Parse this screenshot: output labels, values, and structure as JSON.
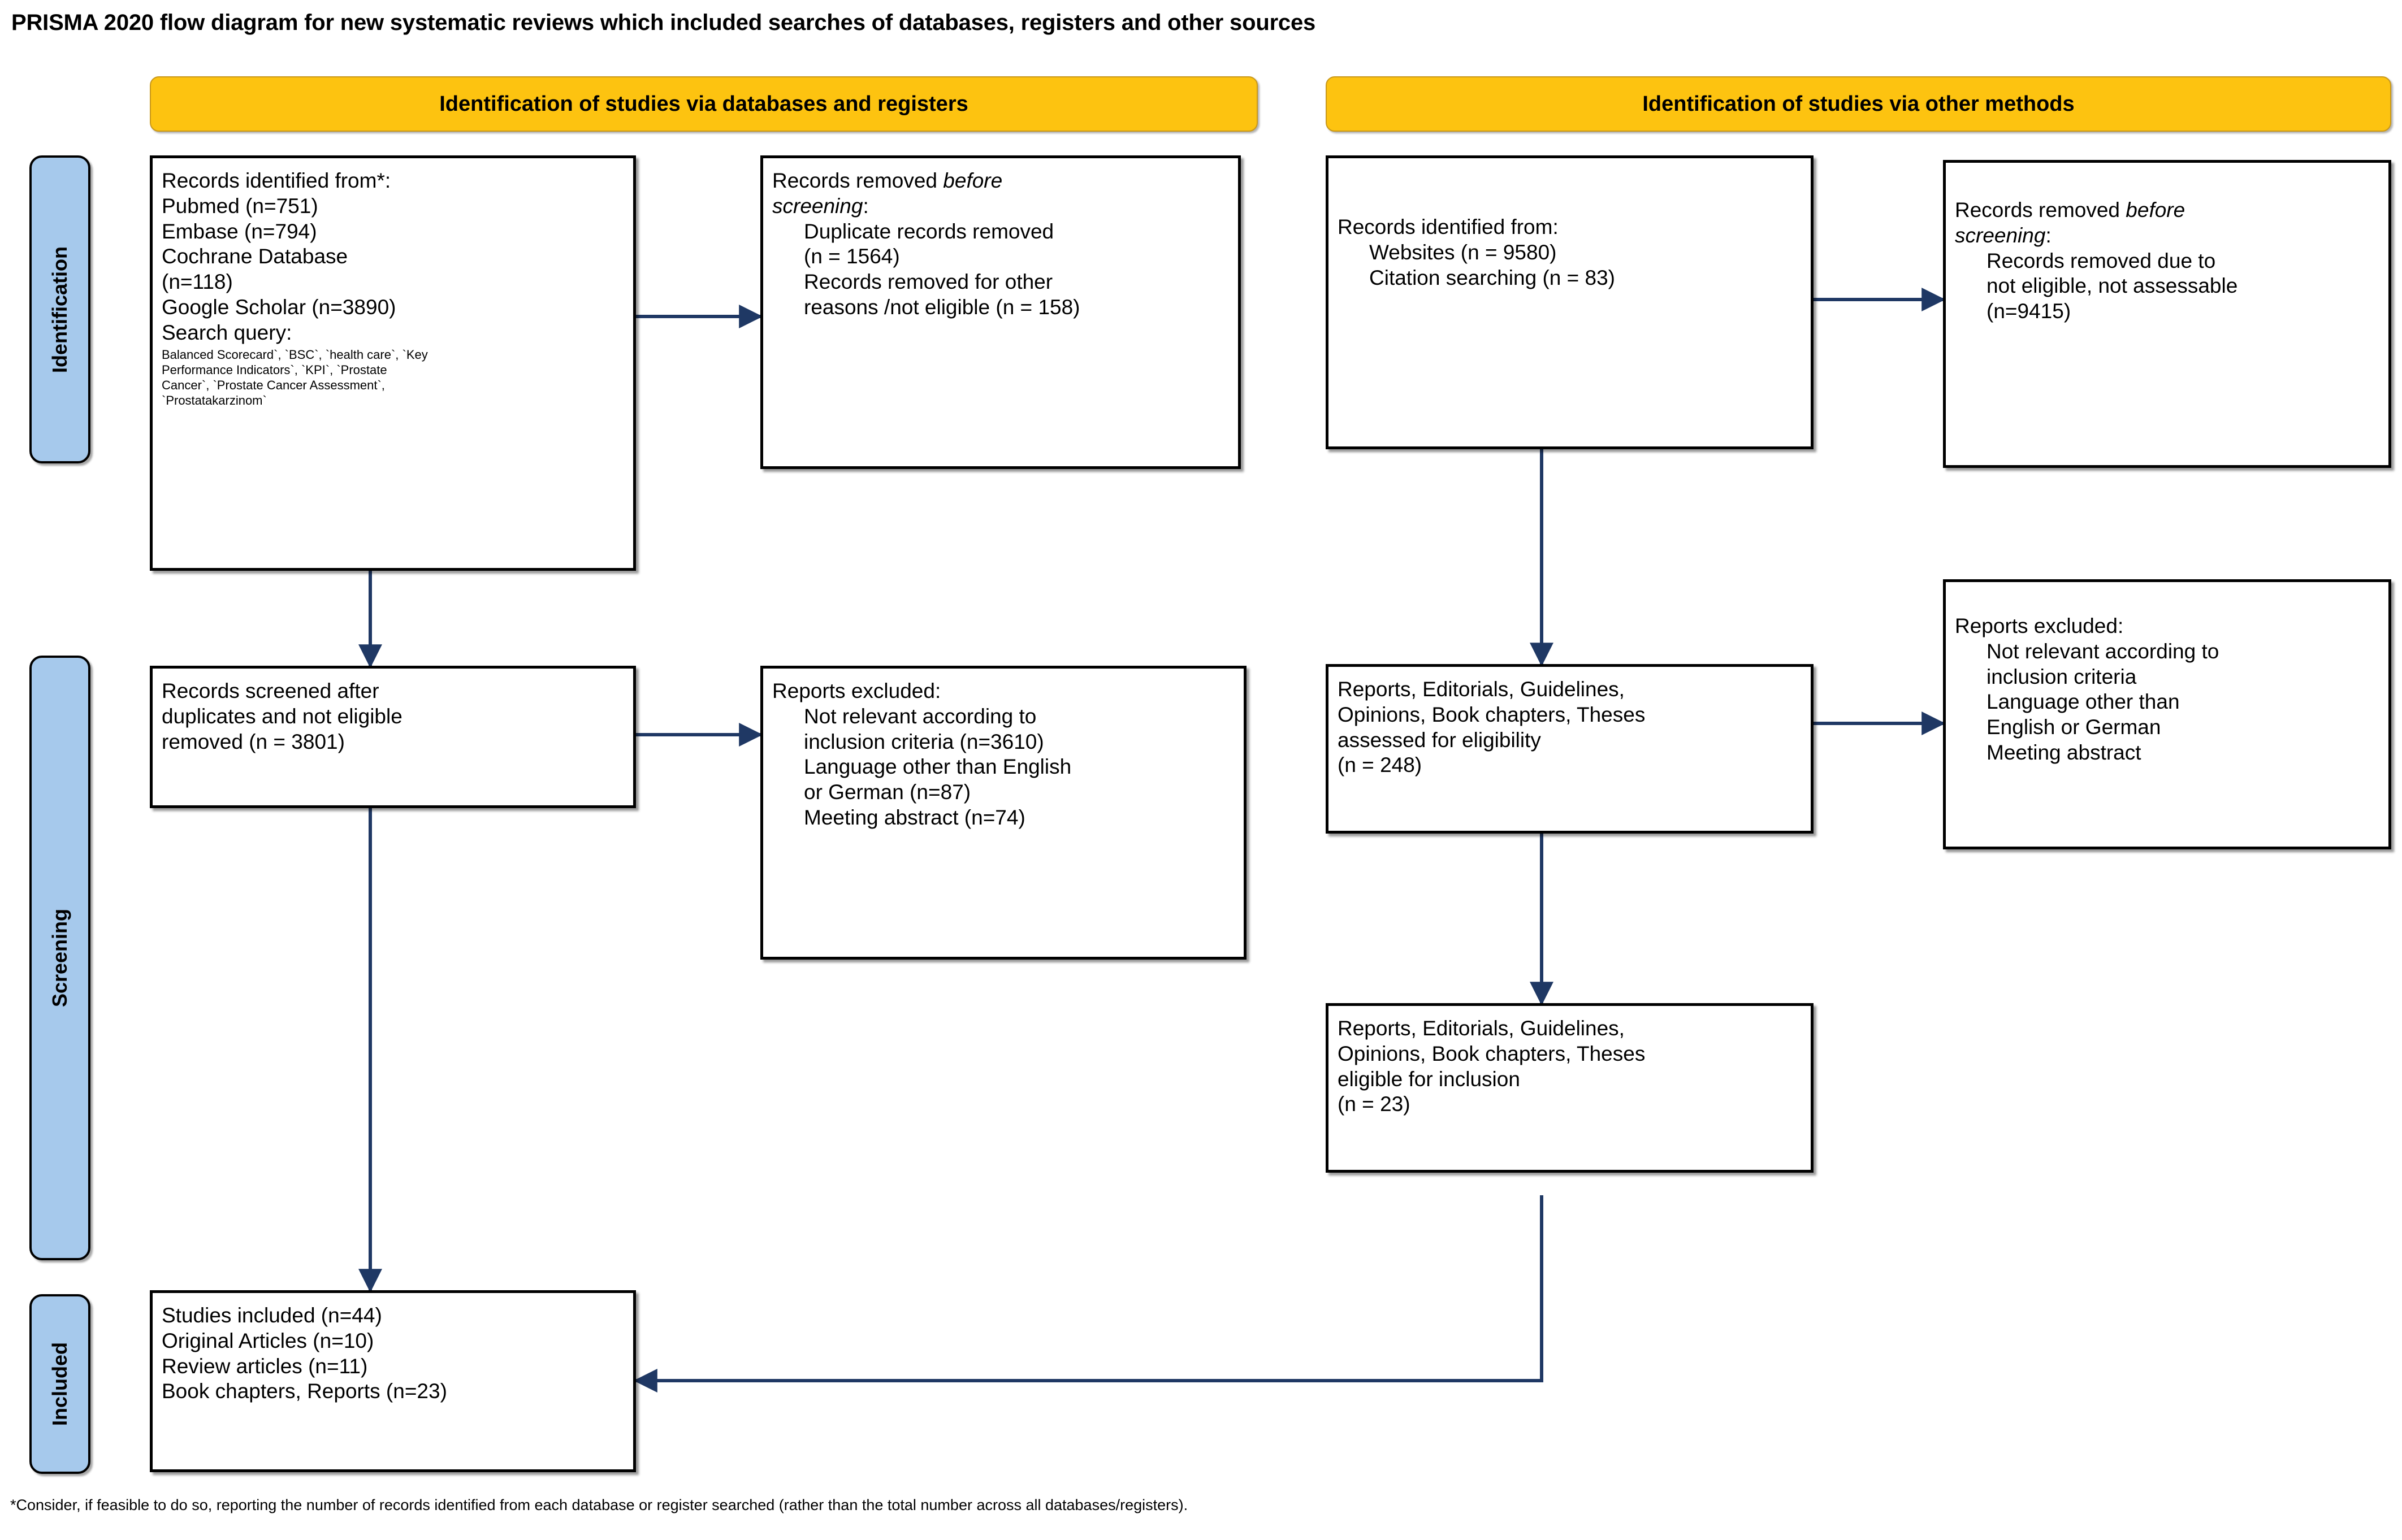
{
  "page": {
    "title": "PRISMA 2020 flow diagram for new systematic reviews which included searches of databases, registers and other sources",
    "footnote": "*Consider, if feasible to do so, reporting the number of records identified from each database or register searched (rather than the total number across all databases/registers)."
  },
  "colors": {
    "header_bar": "#FDC310",
    "header_bar_border": "#C9981A",
    "side_label": "#A6C9EC",
    "box_border": "#000000",
    "background": "#FFFFFF",
    "connector": "#000000"
  },
  "stage_headers": [
    {
      "id": "databases-registers",
      "label": "Identification of studies via databases and registers"
    },
    {
      "id": "other-methods",
      "label": "Identification of studies via other methods"
    }
  ],
  "side_labels": [
    {
      "id": "identification",
      "label": "Identification"
    },
    {
      "id": "screening",
      "label": "Screening"
    },
    {
      "id": "included",
      "label": "Included"
    }
  ],
  "boxes": {
    "records_identified_db": {
      "lines": [
        "Records identified from*:",
        "Pubmed (n=751)",
        "Embase (n=794)",
        "Cochrane Database",
        "(n=118)",
        "Google Scholar (n=3890)",
        "Search query:"
      ],
      "small_lines": [
        "Balanced Scorecard`, `BSC`, `health care`, `Key",
        "Performance Indicators`, `KPI`, `Prostate",
        "Cancer`, `Prostate Cancer Assessment`,",
        "`Prostatakarzinom`"
      ]
    },
    "records_removed_before_screening_db": {
      "head_a": "Records removed ",
      "head_b": "before",
      "head_c": "screening",
      "head_d": ":",
      "items": [
        "Duplicate records removed",
        "(n = 1564)",
        "Records removed for other",
        "reasons /not eligible (n = 158)"
      ]
    },
    "records_screened": {
      "lines": [
        "Records screened after",
        "duplicates and not eligible",
        "removed (n = 3801)"
      ]
    },
    "reports_excluded_db": {
      "head": "Reports excluded:",
      "items": [
        "Not relevant according to",
        "inclusion criteria (n=3610)",
        "Language other than English",
        "or German (n=87)",
        "Meeting abstract (n=74)"
      ]
    },
    "studies_included": {
      "lines": [
        "Studies included (n=44)",
        "Original Articles (n=10)",
        "Review articles (n=11)",
        "Book chapters, Reports (n=23)"
      ]
    },
    "records_identified_other": {
      "head": "Records identified from:",
      "items": [
        "Websites (n = 9580)",
        "Citation searching (n = 83)"
      ]
    },
    "records_removed_before_screening_other": {
      "head_a": "Records removed ",
      "head_b": "before",
      "head_c": "screening",
      "head_d": ":",
      "items": [
        "Records removed due to",
        "not eligible, not assessable",
        "(n=9415)"
      ]
    },
    "reports_assessed_eligibility": {
      "lines": [
        "Reports, Editorials, Guidelines,",
        "Opinions, Book chapters, Theses",
        "assessed for eligibility",
        "(n = 248)"
      ]
    },
    "reports_excluded_other": {
      "head": "Reports excluded:",
      "items": [
        "Not relevant according to",
        "inclusion criteria",
        "Language other than",
        "English or German",
        "Meeting abstract"
      ]
    },
    "reports_eligible_inclusion": {
      "lines": [
        "Reports, Editorials, Guidelines,",
        "Opinions, Book chapters, Theses",
        "eligible for inclusion",
        "(n = 23)"
      ]
    }
  }
}
